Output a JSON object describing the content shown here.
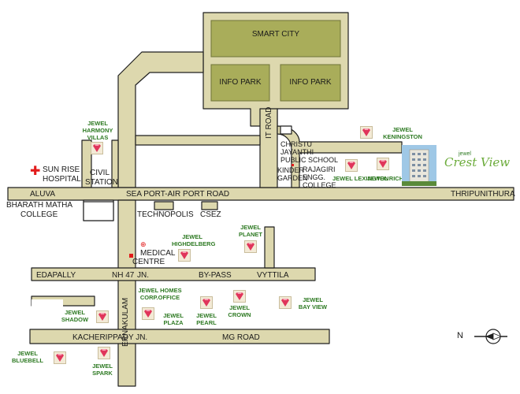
{
  "colors": {
    "road": "#ddd8ae",
    "road_edge": "#1f1f1f",
    "block": "#a9ad5a",
    "block_edge": "#6f7338",
    "label_green": "#2e7a23",
    "hospital_red": "#e21b1b"
  },
  "blocks": {
    "smart_city": "SMART CITY",
    "info_park_1": "INFO PARK",
    "info_park_2": "INFO PARK"
  },
  "roads": {
    "sea_port": "SEA PORT-AIR PORT ROAD",
    "aluva": "ALUVA",
    "thripunithura": "THRIPUNITHURA",
    "edapally": "EDAPALLY",
    "nh47": "NH 47",
    "jn": "JN.",
    "bypass": "BY-PASS",
    "vyttila": "VYTTILA",
    "kacherippady": "KACHERIPPADY JN.",
    "mg_road": "MG ROAD",
    "it_road": "IT ROAD",
    "ernakulam": "ERNAKULAM"
  },
  "places": {
    "sun_rise_l1": "SUN RISE",
    "sun_rise_l2": "HOSPITAL",
    "civil_l1": "CIVIL",
    "civil_l2": "STATION",
    "bharath_l1": "BHARATH MATHA",
    "bharath_l2": "COLLEGE",
    "technopolis": "TECHNOPOLIS",
    "csez": "CSEZ",
    "medical_l1": "MEDICAL",
    "medical_l2": "CENTRE",
    "christu_l1": "CHRISTU",
    "christu_l2": "JAYANTHI",
    "christu_l3": "PUBLIC SCHOOL",
    "kinder_l1": "KINDER",
    "kinder_l2": "GARDEN",
    "rajagiri_l1": "RAJAGIRI",
    "rajagiri_l2": "ENGG.",
    "rajagiri_l3": "COLLEGE"
  },
  "projects": {
    "harmony_l1": "JEWEL",
    "harmony_l2": "HARMONY",
    "harmony_l3": "VILLAS",
    "kenington_l1": "JEWEL",
    "kenington_l2": "KENINGSTON",
    "lexington": "JEWEL LEXINGTON",
    "richmond": "JEWEL RICHMOND",
    "highdelberg_l1": "JEWEL",
    "highdelberg_l2": "HIGHDELBERG",
    "planet_l1": "JEWEL",
    "planet_l2": "PLANET",
    "homes_l1": "JEWEL HOMES",
    "homes_l2": "CORP.OFFICE",
    "shadow_l1": "JEWEL",
    "shadow_l2": "SHADOW",
    "plaza_l1": "JEWEL",
    "plaza_l2": "PLAZA",
    "pearl_l1": "JEWEL",
    "pearl_l2": "PEARL",
    "crown_l1": "JEWEL",
    "crown_l2": "CROWN",
    "bayview_l1": "JEWEL",
    "bayview_l2": "BAY VIEW",
    "bluebell_l1": "JEWEL",
    "bluebell_l2": "BLUEBELL",
    "spark_l1": "JEWEL",
    "spark_l2": "SPARK"
  },
  "logo": {
    "brand": "Crest View",
    "prefix": "jewel"
  },
  "north": "N",
  "icons": [
    "hospital-cross-icon",
    "medical-centre-icon",
    "jewel-gem-icon",
    "north-arrow-icon",
    "building-photo"
  ]
}
